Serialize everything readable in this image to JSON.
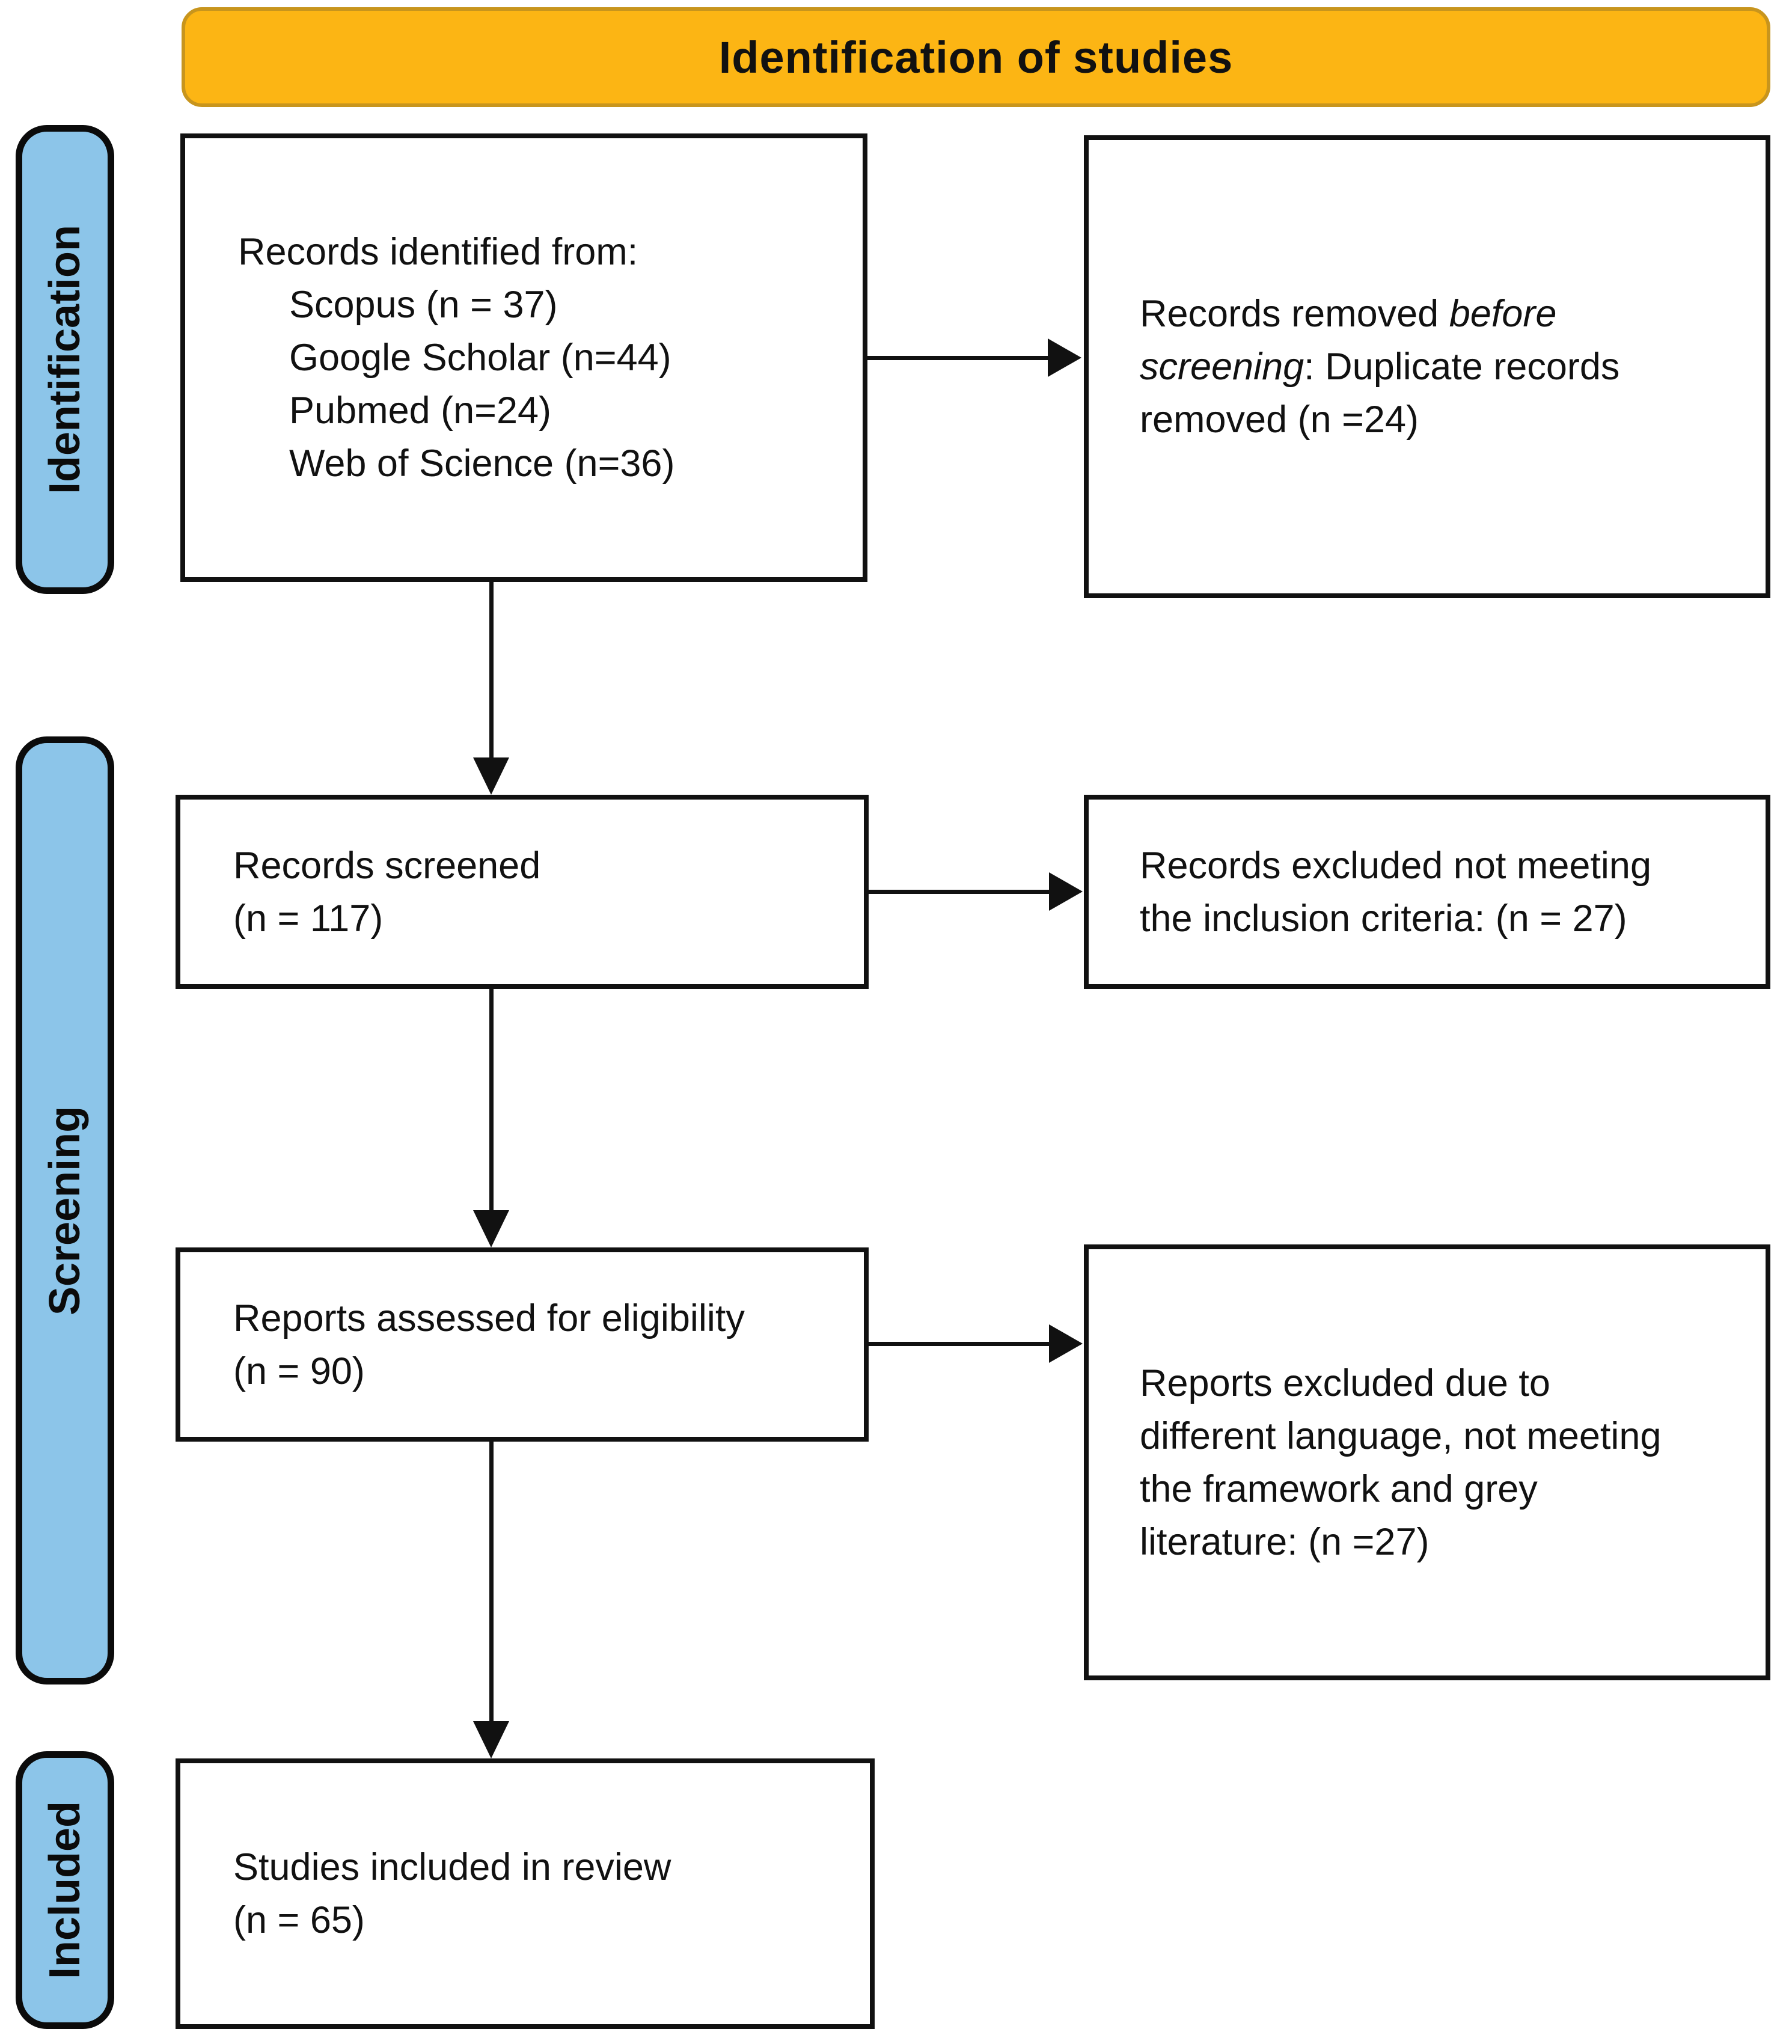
{
  "banner": {
    "title": "Identification of studies"
  },
  "stages": {
    "identification": "Identification",
    "screening": "Screening",
    "included": "Included"
  },
  "boxes": {
    "records_identified": {
      "intro": "Records identified from:",
      "sources": [
        "Scopus (n = 37)",
        "Google Scholar (n=44)",
        "Pubmed (n=24)",
        "Web of Science (n=36)"
      ]
    },
    "records_removed": {
      "runs": [
        {
          "text": "Records removed "
        },
        {
          "text": "before screening",
          "italic": true
        },
        {
          "text": ": Duplicate records removed (n =24)"
        }
      ]
    },
    "records_screened": {
      "lines": [
        "Records screened",
        "(n = 117)"
      ]
    },
    "records_excluded": {
      "lines": [
        "Records excluded not meeting",
        "the inclusion criteria: (n = 27)"
      ]
    },
    "reports_assessed": {
      "lines": [
        "Reports assessed for eligibility",
        "(n = 90)"
      ]
    },
    "reports_excluded": {
      "lines": [
        "Reports excluded due to",
        "different language, not meeting",
        "the framework and grey",
        "literature: (n =27)"
      ]
    },
    "studies_included": {
      "lines": [
        "Studies included in review",
        "(n = 65)"
      ]
    }
  },
  "colors": {
    "banner_fill": "#FCB514",
    "banner_border": "#C8951D",
    "stage_fill": "#8CC5E9",
    "box_border": "#111111",
    "arrow": "#111111",
    "text": "#111111"
  }
}
